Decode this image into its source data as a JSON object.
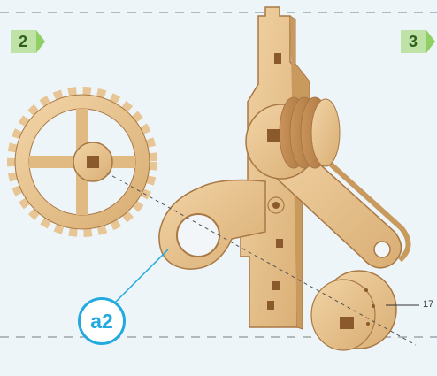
{
  "steps": {
    "left": "2",
    "right": "3"
  },
  "callout": {
    "label": "a2"
  },
  "part_number": "17",
  "colors": {
    "wood": "#e8c594",
    "wood_dark": "#c99a5e",
    "wood_edge": "#a87845",
    "accent": "#22a9e0",
    "step_badge": "#bfe3a6"
  }
}
